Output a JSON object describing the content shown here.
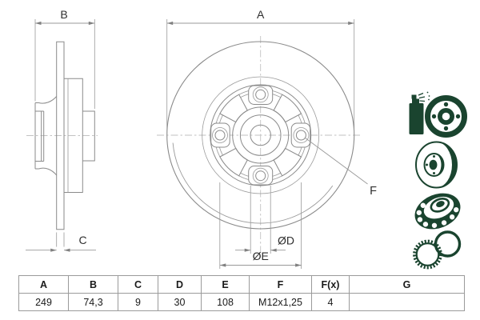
{
  "drawing": {
    "labels": {
      "a": "A",
      "b": "B",
      "c": "C",
      "f": "F",
      "diameter_d": "ØD",
      "diameter_e": "ØE"
    }
  },
  "legend_icons": [
    "coated-disc-with-spray-can",
    "brake-disc-angled",
    "wheel-bearing",
    "abs-sensor-rings"
  ],
  "table": {
    "headers": [
      "A",
      "B",
      "C",
      "D",
      "E",
      "F",
      "F(x)",
      "G"
    ],
    "values": [
      "249",
      "74,3",
      "9",
      "30",
      "108",
      "M12x1,25",
      "4",
      ""
    ]
  },
  "colors": {
    "icon_green": "#1a442f",
    "drawing_line": "#8a8a8a",
    "dimension_line": "#999999",
    "label_text": "#2e2e2e",
    "table_border": "#9b9b9b",
    "table_text": "#1a1a1a"
  }
}
